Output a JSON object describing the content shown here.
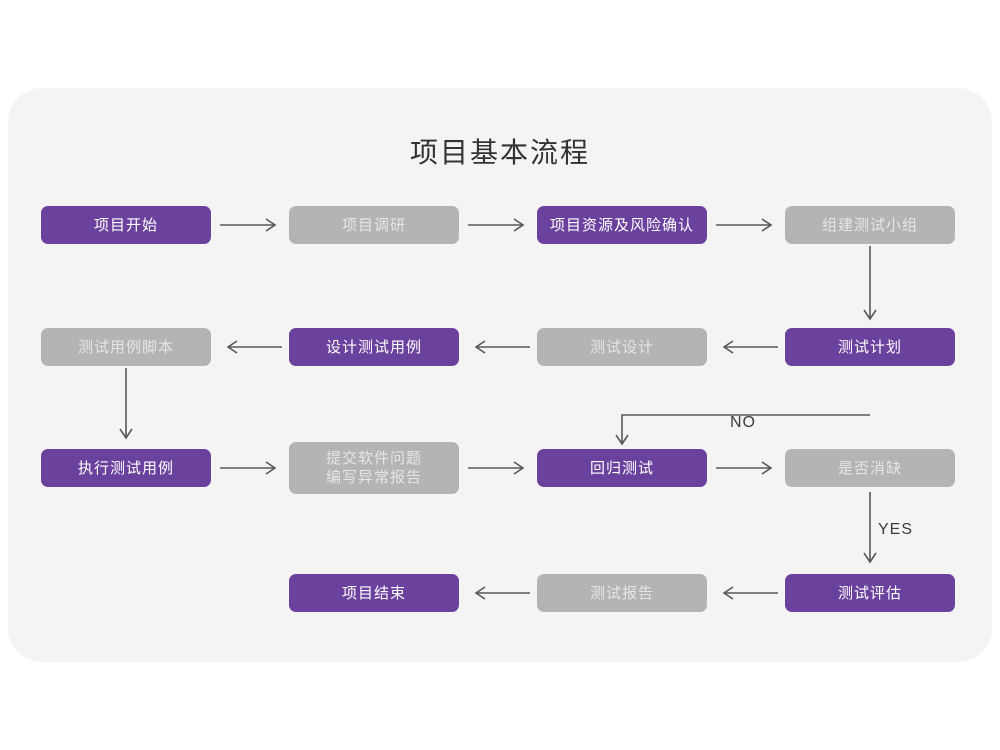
{
  "page": {
    "title": "项目基本流程",
    "background": "#ffffff",
    "panel_background": "#f4f4f4"
  },
  "colors": {
    "purple": "#6b419e",
    "purple_text": "#ffffff",
    "gray": "#b4b4b4",
    "gray_text": "#e6e6e6",
    "arrow": "#58585a",
    "title_text": "#333333"
  },
  "nodes": [
    {
      "id": "n1",
      "label": "项目开始",
      "style": "purple"
    },
    {
      "id": "n2",
      "label": "项目调研",
      "style": "gray"
    },
    {
      "id": "n3",
      "label": "项目资源及风险确认",
      "style": "purple"
    },
    {
      "id": "n4",
      "label": "组建测试小组",
      "style": "gray"
    },
    {
      "id": "n5",
      "label": "测试用例脚本",
      "style": "gray"
    },
    {
      "id": "n6",
      "label": "设计测试用例",
      "style": "purple"
    },
    {
      "id": "n7",
      "label": "测试设计",
      "style": "gray"
    },
    {
      "id": "n8",
      "label": "测试计划",
      "style": "purple"
    },
    {
      "id": "n9",
      "label": "执行测试用例",
      "style": "purple"
    },
    {
      "id": "n10",
      "label_line1": "提交软件问题",
      "label_line2": "编写异常报告",
      "style": "gray"
    },
    {
      "id": "n11",
      "label": "回归测试",
      "style": "purple"
    },
    {
      "id": "n12",
      "label": "是否消缺",
      "style": "gray"
    },
    {
      "id": "n13",
      "label": "项目结束",
      "style": "purple"
    },
    {
      "id": "n14",
      "label": "测试报告",
      "style": "gray"
    },
    {
      "id": "n15",
      "label": "测试评估",
      "style": "purple"
    }
  ],
  "edge_labels": {
    "no": "NO",
    "yes": "YES"
  }
}
